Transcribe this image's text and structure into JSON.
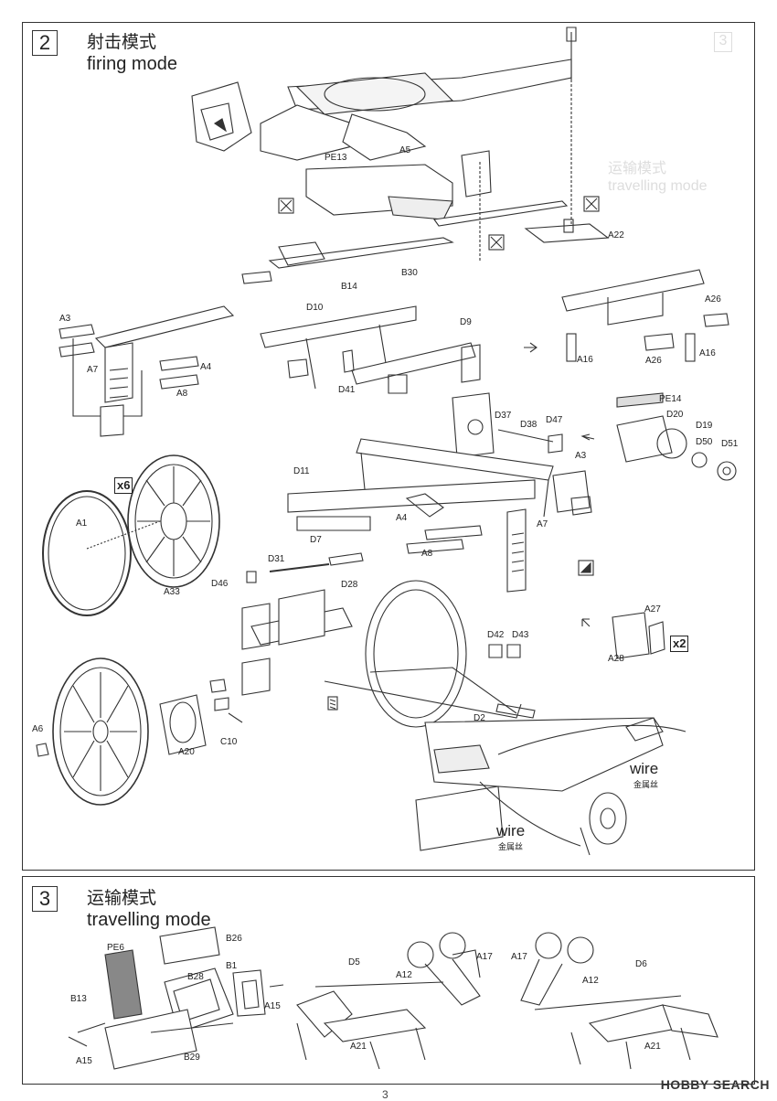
{
  "step2": {
    "number": "2",
    "title_zh": "射击模式",
    "title_en": "firing mode"
  },
  "step3": {
    "number": "3",
    "title_zh": "运输模式",
    "title_en": "travelling mode"
  },
  "ghost": {
    "num": "3",
    "zh": "运输模式",
    "en": "travelling mode"
  },
  "labels2": {
    "PE13": "PE13",
    "A5": "A5",
    "A22": "A22",
    "B30": "B30",
    "B14": "B14",
    "A3": "A3",
    "A7": "A7",
    "A4": "A4",
    "A8": "A8",
    "D10": "D10",
    "D9": "D9",
    "D41": "D41",
    "A16a": "A16",
    "A16b": "A16",
    "A26a": "A26",
    "A26b": "A26",
    "PE14": "PE14",
    "D20": "D20",
    "D19": "D19",
    "D50": "D50",
    "D51": "D51",
    "D37": "D37",
    "D38": "D38",
    "D47": "D47",
    "A3b": "A3",
    "D11": "D11",
    "D7": "D7",
    "A4b": "A4",
    "A8b": "A8",
    "A7b": "A7",
    "A1": "A1",
    "A33": "A33",
    "D31": "D31",
    "D46": "D46",
    "D28": "D28",
    "A27": "A27",
    "A28": "A28",
    "D42": "D42",
    "D43": "D43",
    "D2": "D2",
    "A6": "A6",
    "A20": "A20",
    "C10": "C10"
  },
  "multipliers": {
    "x6": "x6",
    "x2": "x2"
  },
  "wires": {
    "wire1": "wire",
    "wire1_zh": "金属丝",
    "wire2": "wire",
    "wire2_zh": "金属丝"
  },
  "labels3": {
    "B26": "B26",
    "PE6": "PE6",
    "B1": "B1",
    "B28": "B28",
    "A15a": "A15",
    "B13": "B13",
    "A15b": "A15",
    "B29": "B29",
    "D5": "D5",
    "A12a": "A12",
    "A17a": "A17",
    "A21a": "A21",
    "A17b": "A17",
    "A12b": "A12",
    "D6": "D6",
    "A21b": "A21"
  },
  "footer": {
    "brand": "HOBBY SEARCH",
    "page": "3"
  }
}
